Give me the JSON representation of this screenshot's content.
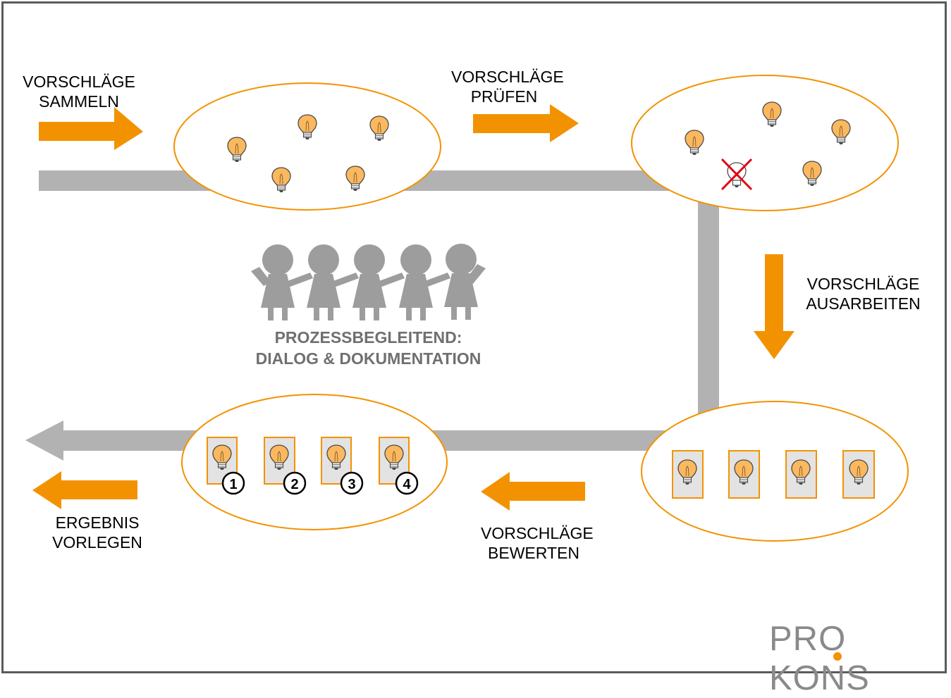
{
  "steps": {
    "collect": "VORSCHLÄGE\nSAMMELN",
    "review": "VORSCHLÄGE\nPRÜFEN",
    "elaborate": "VORSCHLÄGE\nAUSARBEITEN",
    "evaluate": "VORSCHLÄGE\nBEWERTEN",
    "present": "ERGEBNIS\nVORLEGEN"
  },
  "center_caption": "PROZESSBEGLEITEND:\nDIALOG & DOKUMENTATION",
  "ranking": [
    "1",
    "2",
    "3",
    "4"
  ],
  "logo": {
    "left": "PRO",
    "right": "KONS"
  },
  "colors": {
    "accent": "#f39200",
    "path_gray": "#b2b2b2",
    "people_gray": "#9d9d9d",
    "bulb_fill": "#fbb85f",
    "rejected_cross": "#e30613",
    "frame": "#5a5a5a"
  },
  "icons": {
    "idea": "lightbulb-icon",
    "rejected": "cross-icon",
    "team": "people-chain-icon"
  }
}
